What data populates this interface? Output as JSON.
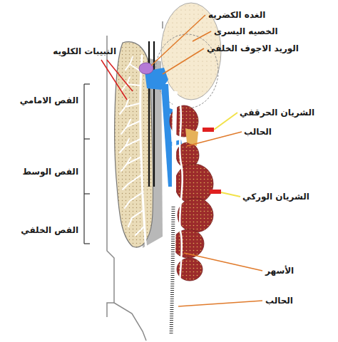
{
  "diagram": {
    "labels": [
      "الغده الكضريه",
      "الخصيه اليسرى",
      "النبيبات الكلويه",
      "الوريد الاجوف الخلفي",
      "الفص الامامي",
      "الشريان الحرقفي",
      "الحالب",
      "الفص الوسط",
      "الشريان الوركي",
      "الفص الخلفي",
      "الأسهر",
      "الحالب"
    ]
  }
}
